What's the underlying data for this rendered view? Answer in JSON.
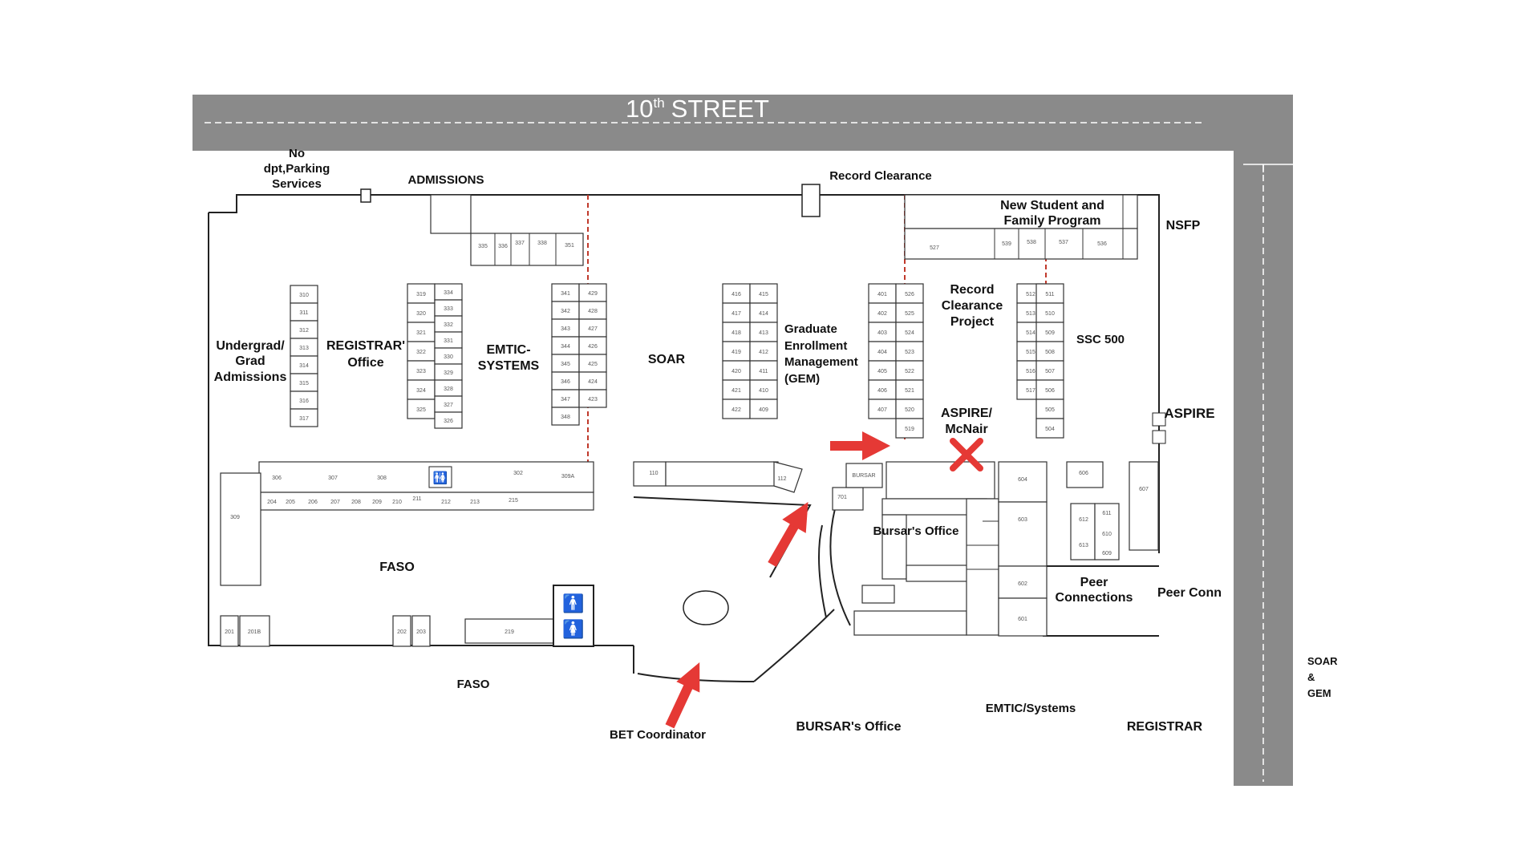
{
  "street": {
    "name": "10",
    "superscript": "th",
    "suffix": "STREET"
  },
  "labels": {
    "no_dpt": "No",
    "parking1": "dpt,Parking",
    "parking2": "Services",
    "admissions": "ADMISSIONS",
    "record_clearance": "Record Clearance",
    "nsfp_title1": "New Student and",
    "nsfp_title2": "Family Program",
    "nsfp": "NSFP",
    "undergrad1": "Undergrad/",
    "undergrad2": "Grad",
    "undergrad3": "Admissions",
    "registrar1": "REGISTRAR'",
    "registrar2": "Office",
    "emtic1": "EMTIC-",
    "emtic2": "SYSTEMS",
    "soar": "SOAR",
    "gem1": "Graduate",
    "gem2": "Enrollment",
    "gem3": "Management",
    "gem4": "(GEM)",
    "rcp1": "Record",
    "rcp2": "Clearance",
    "rcp3": "Project",
    "ssc500": "SSC 500",
    "aspire_mcnair1": "ASPIRE/",
    "aspire_mcnair2": "McNair",
    "aspire": "ASPIRE",
    "bursars_office": "Bursar's Office",
    "faso_in": "FASO",
    "peer1": "Peer",
    "peer2": "Connections",
    "peer_conn": "Peer Conn",
    "faso_out": "FASO",
    "bet": "BET Coordinator",
    "bursar_out": "BURSAR's Office",
    "emtic_out": "EMTIC/Systems",
    "registrar_out": "REGISTRAR",
    "soar_gem1": "SOAR",
    "soar_gem2": "&",
    "soar_gem3": "GEM",
    "bursar_small": "BURSAR"
  },
  "room_columns": [
    {
      "rooms": [
        "310",
        "311",
        "312",
        "313",
        "314",
        "315",
        "316",
        "317"
      ]
    },
    {
      "rooms": [
        "319",
        "320",
        "321",
        "322",
        "323",
        "324",
        "325"
      ]
    },
    {
      "rooms": [
        "334",
        "333",
        "332",
        "331",
        "330",
        "329",
        "328",
        "327",
        "326"
      ]
    },
    {
      "rooms": [
        "341",
        "342",
        "343",
        "344",
        "345",
        "346",
        "347",
        "348"
      ]
    },
    {
      "rooms": [
        "429",
        "428",
        "427",
        "426",
        "425",
        "424",
        "423"
      ]
    },
    {
      "rooms": [
        "416",
        "417",
        "418",
        "419",
        "420",
        "421",
        "422"
      ]
    },
    {
      "rooms": [
        "415",
        "414",
        "413",
        "412",
        "411",
        "410",
        "409"
      ]
    },
    {
      "rooms": [
        "401",
        "402",
        "403",
        "404",
        "405",
        "406",
        "407"
      ]
    },
    {
      "rooms": [
        "526",
        "525",
        "524",
        "523",
        "522",
        "521",
        "520",
        "519"
      ]
    },
    {
      "rooms": [
        "512",
        "513",
        "514",
        "515",
        "516",
        "517"
      ]
    },
    {
      "rooms": [
        "511",
        "510",
        "509",
        "508",
        "507",
        "506",
        "505",
        "504"
      ]
    }
  ],
  "top_rooms": [
    "335",
    "336",
    "337",
    "338",
    "351"
  ],
  "nsfp_rooms": [
    "527",
    "539",
    "538",
    "537",
    "536"
  ],
  "corridor_rooms_top": [
    "306",
    "307",
    "308",
    "302",
    "309A"
  ],
  "corridor_rooms_bottom": [
    "204",
    "205",
    "206",
    "207",
    "208",
    "209",
    "210",
    "211",
    "212",
    "213",
    "215"
  ],
  "misc_rooms": [
    "309",
    "201",
    "201B",
    "202",
    "203",
    "219",
    "110",
    "112",
    "701",
    "604",
    "603",
    "602",
    "601",
    "606",
    "607",
    "612",
    "611",
    "610",
    "613",
    "609"
  ],
  "colors": {
    "street": "#8a8a8a",
    "arrow": "#e53935",
    "x_mark": "#e53935",
    "dash": "#c0392b"
  }
}
